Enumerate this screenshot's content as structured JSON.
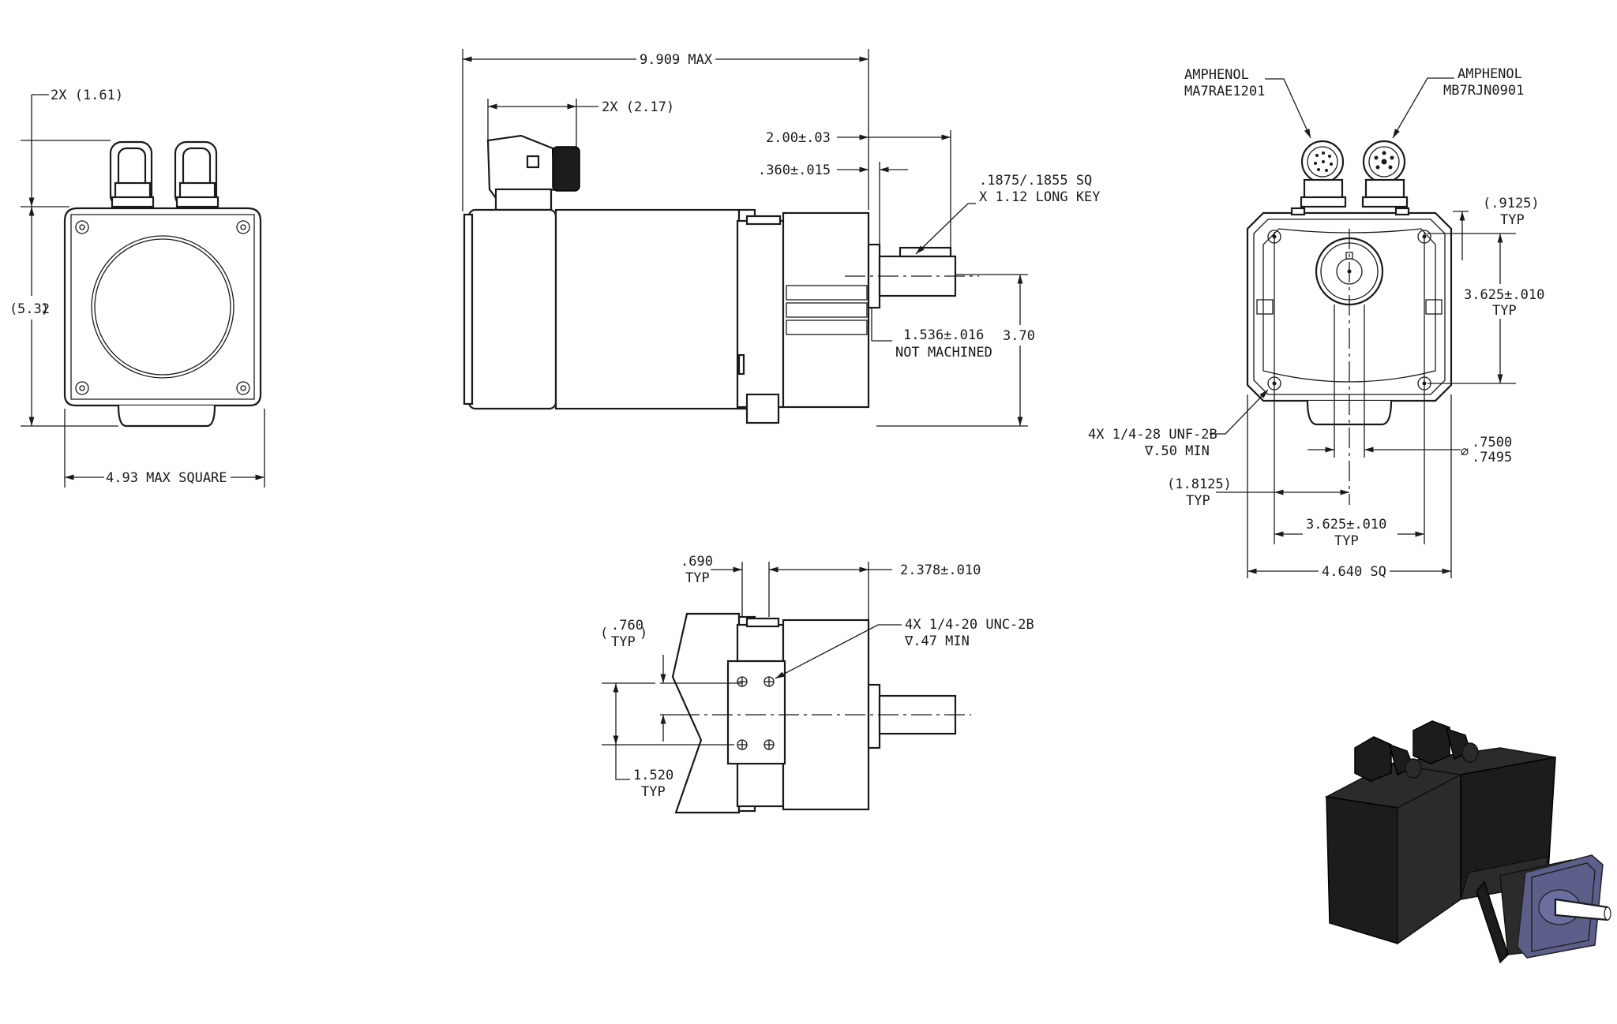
{
  "front_view": {
    "width_dim": "4.93 MAX SQUARE",
    "height_dim_open": "(",
    "height_dim": "5.32",
    "height_dim_close": ")",
    "connector_height": "2X (1.61)"
  },
  "side_view": {
    "length_dim": "9.909 MAX",
    "connector_pitch": "2X (2.17)",
    "pilot_length": "2.00±.03",
    "key_offset": ".360±.015",
    "key_spec_1": ".1875/.1855 SQ",
    "key_spec_2": "X 1.12 LONG KEY",
    "unmachined_1": "1.536±.016",
    "unmachined_2": "NOT MACHINED",
    "shaft_height": "3.70"
  },
  "rear_view": {
    "connector_a_brand": "AMPHENOL",
    "connector_a_part": "MA7RAE1201",
    "connector_b_brand": "AMPHENOL",
    "connector_b_part": "MB7RJN0901",
    "offset_dim": "(.9125)",
    "offset_typ": "TYP",
    "bolt_v_dim": "3.625±.010",
    "bolt_v_typ": "TYP",
    "thread_1": "4X 1/4-28 UNF-2B",
    "thread_2": "∇.50 MIN",
    "shaft_dia_1": ".7500",
    "shaft_dia_2": ".7495",
    "half_dim": "(1.8125)",
    "half_typ": "TYP",
    "bolt_h_dim": "3.625±.010",
    "bolt_h_typ": "TYP",
    "square_dim": "4.640 SQ"
  },
  "bottom_view": {
    "slot_dim": ".690",
    "slot_typ": "TYP",
    "gap_dim": "2.378±.010",
    "edge_dim": ".760",
    "edge_typ": "TYP",
    "thread_1": "4X 1/4-20 UNC-2B",
    "thread_2": "∇.47 MIN",
    "hole_dim": "1.520",
    "hole_typ": "TYP"
  }
}
